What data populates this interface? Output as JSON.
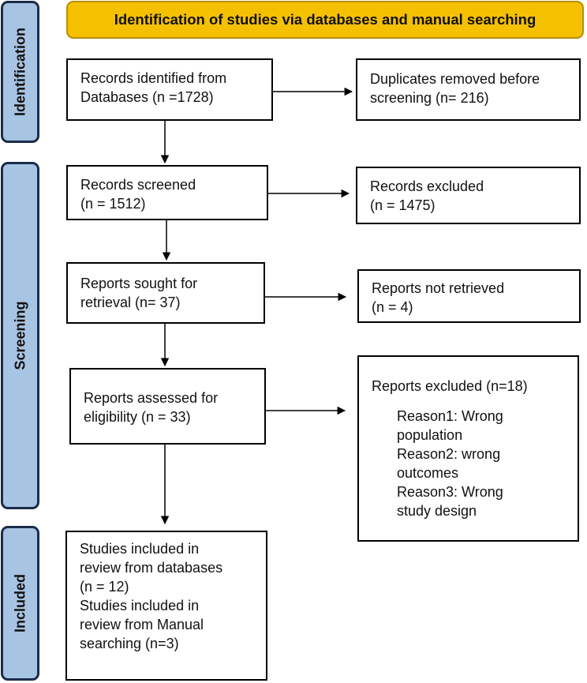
{
  "header": {
    "title": "Identification of studies via databases and manual searching"
  },
  "phases": {
    "identification": "Identification",
    "screening": "Screening",
    "included": "Included"
  },
  "boxes": {
    "records_identified": [
      "Records identified from",
      "Databases (n =1728)"
    ],
    "duplicates_removed": [
      "Duplicates removed before",
      "screening (n= 216)"
    ],
    "records_screened": [
      "Records screened",
      "(n = 1512)"
    ],
    "records_excluded": [
      "Records excluded",
      "(n = 1475)"
    ],
    "reports_sought": [
      "Reports sought for",
      "retrieval (n= 37)"
    ],
    "reports_not_retrieved": [
      "Reports not retrieved",
      "(n = 4)"
    ],
    "reports_assessed": [
      "Reports assessed for",
      "eligibility (n = 33)"
    ],
    "reports_excluded": {
      "title": "Reports excluded (n=18)",
      "reasons": [
        "Reason1: Wrong",
        "population",
        "Reason2: wrong",
        "outcomes",
        "Reason3: Wrong",
        "study design"
      ]
    },
    "studies_included": [
      "Studies included in",
      "review from databases",
      "(n = 12)",
      "Studies included in",
      "review from Manual",
      "searching (n=3)"
    ]
  },
  "colors": {
    "header_fill": "#f5c000",
    "phase_fill": "#a8c4e3",
    "phase_border": "#1a2d4a",
    "box_border": "#000000"
  }
}
